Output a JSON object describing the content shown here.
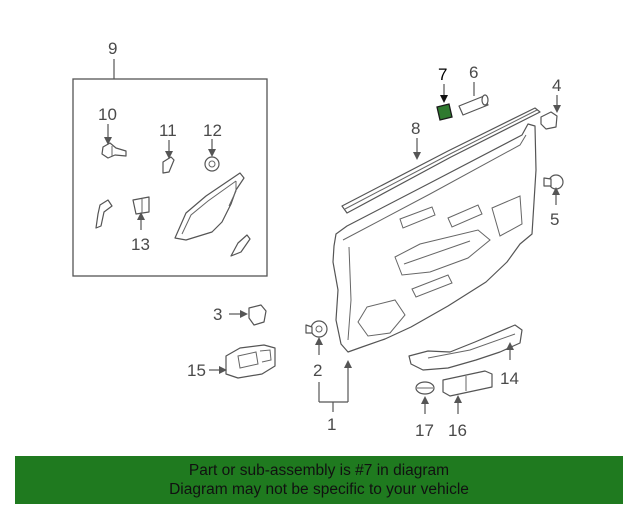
{
  "diagram": {
    "callouts": [
      {
        "id": "c1",
        "label": "1"
      },
      {
        "id": "c2",
        "label": "2"
      },
      {
        "id": "c3",
        "label": "3"
      },
      {
        "id": "c4",
        "label": "4"
      },
      {
        "id": "c5",
        "label": "5"
      },
      {
        "id": "c6",
        "label": "6"
      },
      {
        "id": "c7",
        "label": "7"
      },
      {
        "id": "c8",
        "label": "8"
      },
      {
        "id": "c9",
        "label": "9"
      },
      {
        "id": "c10",
        "label": "10"
      },
      {
        "id": "c11",
        "label": "11"
      },
      {
        "id": "c12",
        "label": "12"
      },
      {
        "id": "c13",
        "label": "13"
      },
      {
        "id": "c14",
        "label": "14"
      },
      {
        "id": "c15",
        "label": "15"
      },
      {
        "id": "c16",
        "label": "16"
      },
      {
        "id": "c17",
        "label": "17"
      }
    ],
    "highlight_callout": "7"
  },
  "banner": {
    "line1": "Part or sub-assembly is #7 in diagram",
    "line2": "Diagram may not be specific to your vehicle",
    "background": "#1f7a1f"
  }
}
